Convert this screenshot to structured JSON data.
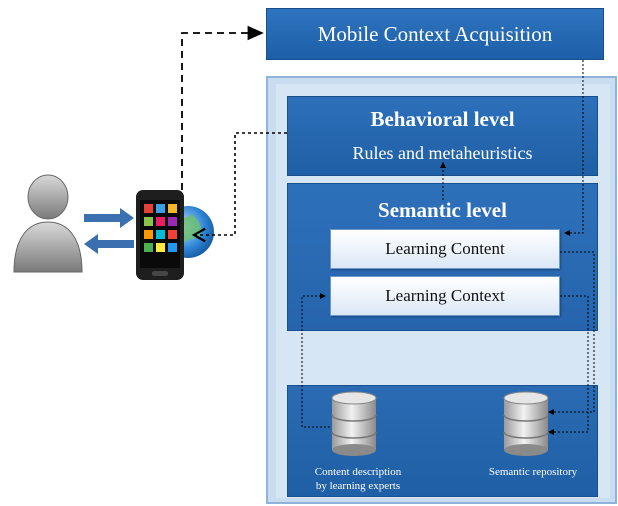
{
  "top_box": {
    "label": "Mobile Context Acquisition"
  },
  "behavioral": {
    "title": "Behavioral level",
    "subtitle": "Rules and metaheuristics"
  },
  "semantic": {
    "title": "Semantic level",
    "content_label": "Learning Content",
    "context_label": "Learning Context"
  },
  "repositories": {
    "left_caption_line1": "Content description",
    "left_caption_line2": "by learning experts",
    "right_caption": "Semantic repository"
  },
  "icons": [
    "user-icon",
    "smartphone-icon",
    "globe-icon",
    "database-icon"
  ],
  "colors": {
    "panel_blue": "#1f5fa5",
    "frame_light": "#d7e6f5",
    "arrow_blue": "#3a6fb0"
  }
}
